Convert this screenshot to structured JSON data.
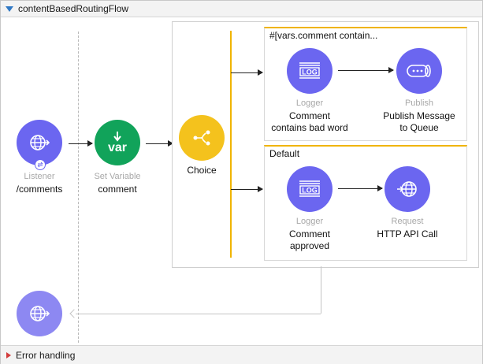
{
  "flow": {
    "title": "contentBasedRoutingFlow"
  },
  "nodes": {
    "listener": {
      "type": "Listener",
      "name": "/comments",
      "icon": "globe-icon"
    },
    "set_variable": {
      "type": "Set Variable",
      "name": "comment",
      "icon_text": "var"
    },
    "choice": {
      "type": "Choice",
      "icon": "branch-icon"
    },
    "logger1": {
      "type": "Logger",
      "name_line1": "Comment",
      "name_line2": "contains bad word",
      "icon_text": "LOG"
    },
    "publish": {
      "type": "Publish",
      "name_line1": "Publish Message",
      "name_line2": "to Queue",
      "icon": "queue-icon"
    },
    "logger2": {
      "type": "Logger",
      "name_line1": "Comment",
      "name_line2": "approved",
      "icon_text": "LOG"
    },
    "request": {
      "type": "Request",
      "name": "HTTP API Call",
      "icon": "globe-icon"
    },
    "response": {
      "icon": "globe-icon"
    }
  },
  "routes": {
    "when": "#[vars.comment contain...",
    "default": "Default"
  },
  "error_handling": {
    "label": "Error handling"
  },
  "colors": {
    "connector": "#6b66f0",
    "transform": "#11a35a",
    "router": "#f4c21d",
    "route_accent": "#f0b400",
    "error": "#d23b3b"
  }
}
